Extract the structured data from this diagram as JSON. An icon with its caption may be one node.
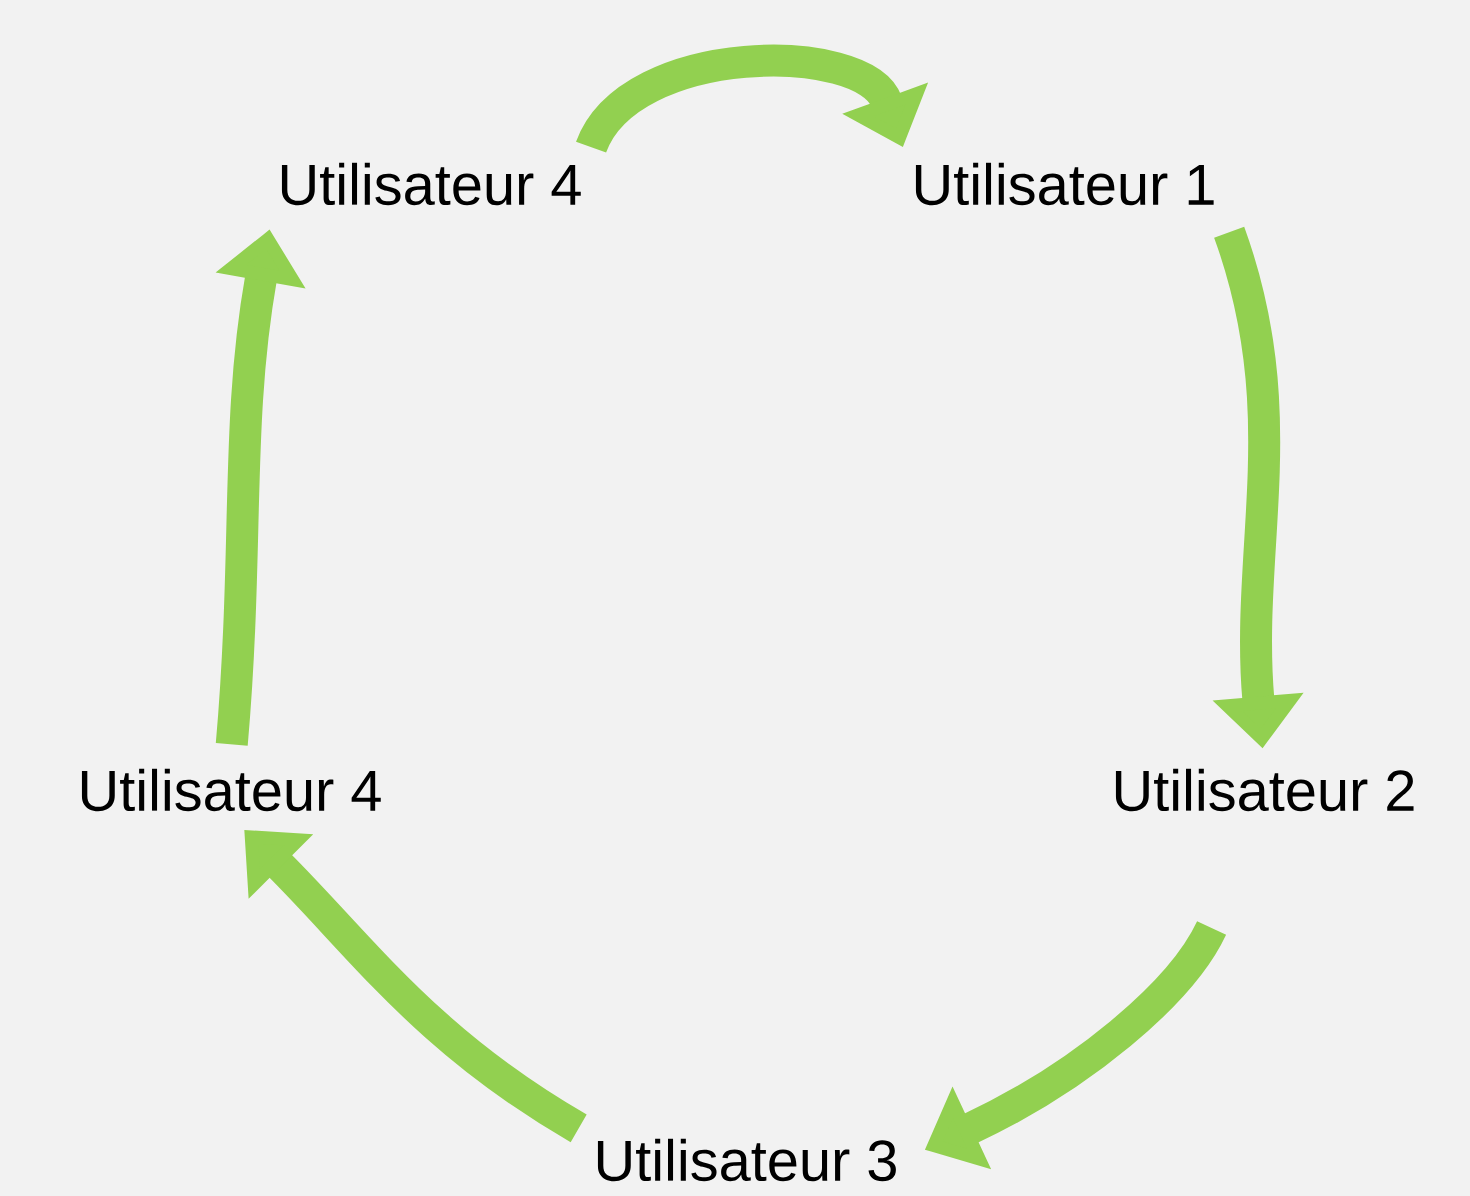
{
  "diagram": {
    "nodes": [
      {
        "text": [
          "Utilisateur 4"
        ]
      },
      {
        "text": [
          "Utilisateur 1"
        ]
      },
      {
        "text": [
          "Utilisateur 2"
        ]
      },
      {
        "text": [
          "Utilisateur 3"
        ]
      },
      {
        "text": [
          "Utilisateur 4"
        ]
      }
    ],
    "edges": [
      {
        "from": 0,
        "to": 1,
        "arrow": "to"
      },
      {
        "from": 1,
        "to": 2,
        "arrow": "to"
      },
      {
        "from": 2,
        "to": 3,
        "arrow": "to"
      },
      {
        "from": 3,
        "to": 4,
        "arrow": "to"
      },
      {
        "from": 4,
        "to": 0,
        "arrow": "to"
      }
    ]
  }
}
